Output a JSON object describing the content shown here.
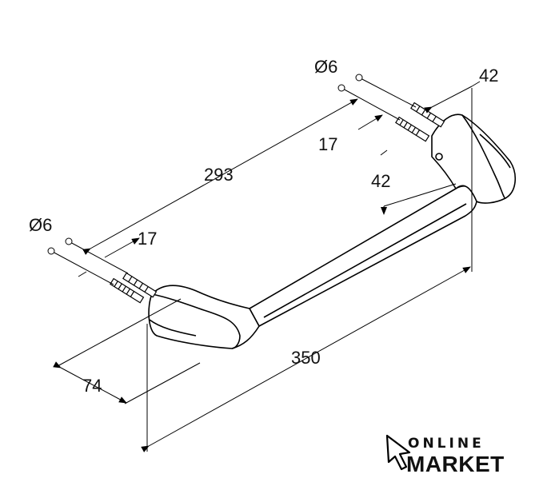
{
  "dimensions": {
    "diameter_left": "Ø6",
    "diameter_right": "Ø6",
    "depth_left": "17",
    "depth_right": "17",
    "hole_spacing": "293",
    "overall_length": "350",
    "projection": "74",
    "bracket_depth": "42",
    "bar_height": "42"
  },
  "logo": {
    "line1": "ONLINE",
    "line2": "MARKET"
  }
}
